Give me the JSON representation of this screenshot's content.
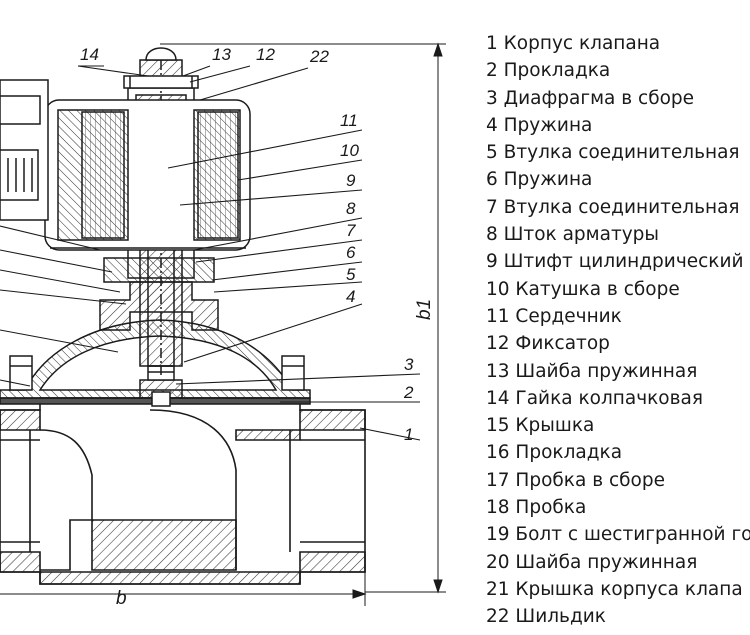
{
  "callouts": [
    "14",
    "13",
    "12",
    "22",
    "11",
    "10",
    "9",
    "8",
    "7",
    "6",
    "5",
    "4",
    "3",
    "2",
    "1"
  ],
  "dimensions": {
    "height": "b1",
    "width": "b"
  },
  "legend": [
    "1 Корпус клапана",
    "2 Прокладка",
    "3 Диафрагма в сборе",
    "4 Пружина",
    "5 Втулка соединительная",
    "6 Пружина",
    "7 Втулка соединительная",
    "8 Шток арматуры",
    "9 Штифт цилиндрический",
    "10 Катушка в сборе",
    "11 Сердечник",
    "12 Фиксатор",
    "13 Шайба пружинная",
    "14 Гайка колпачковая",
    "15 Крышка",
    "16 Прокладка",
    "17 Пробка в сборе",
    "18 Пробка",
    "19 Болт с шестигранной го",
    "20 Шайба пружинная",
    "21 Крышка корпуса клапа",
    "22 Шильдик"
  ]
}
